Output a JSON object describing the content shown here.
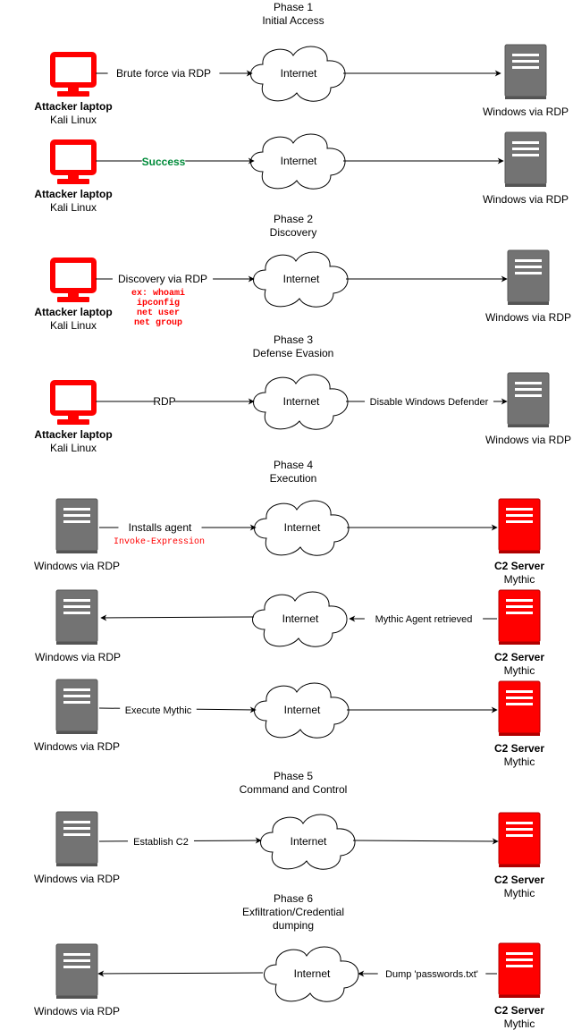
{
  "colors": {
    "attacker": "#ff0000",
    "c2": "#ff0000",
    "server": "#737373",
    "server_stroke": "#545454",
    "success": "#008b3a",
    "command": "#ff0000",
    "line": "#000000"
  },
  "nodes": {
    "attacker": {
      "name": "Attacker laptop",
      "os": "Kali Linux",
      "icon": "laptop-icon"
    },
    "windows": {
      "name": "Windows via RDP",
      "icon": "server-icon"
    },
    "c2": {
      "name": "C2 Server",
      "framework": "Mythic",
      "icon": "server-icon"
    },
    "internet": {
      "label": "Internet",
      "icon": "cloud-icon"
    }
  },
  "phases": [
    {
      "number": "Phase 1",
      "name": "Initial Access"
    },
    {
      "number": "Phase 2",
      "name": "Discovery"
    },
    {
      "number": "Phase 3",
      "name": "Defense Evasion"
    },
    {
      "number": "Phase 4",
      "name": "Execution"
    },
    {
      "number": "Phase 5",
      "name": "Command and Control"
    },
    {
      "number": "Phase 6",
      "name": "Exfiltration/Credential",
      "name_cont": "dumping"
    }
  ],
  "flows": {
    "brute_force": {
      "left_label": "Brute force via RDP"
    },
    "success": {
      "left_label": "Success"
    },
    "discovery": {
      "left_label": "Discovery via RDP",
      "commands": [
        "ex: whoami",
        "ipconfig",
        "net user",
        "net group"
      ]
    },
    "evasion": {
      "left_label": "RDP",
      "right_label": "Disable Windows Defender"
    },
    "install": {
      "left_label": "Installs agent",
      "command": "Invoke-Expression"
    },
    "retrieve": {
      "right_label": "Mythic Agent retrieved"
    },
    "execute": {
      "left_label": "Execute Mythic"
    },
    "establish": {
      "left_label": "Establish C2"
    },
    "dump": {
      "right_label": "Dump 'passwords.txt'"
    }
  }
}
